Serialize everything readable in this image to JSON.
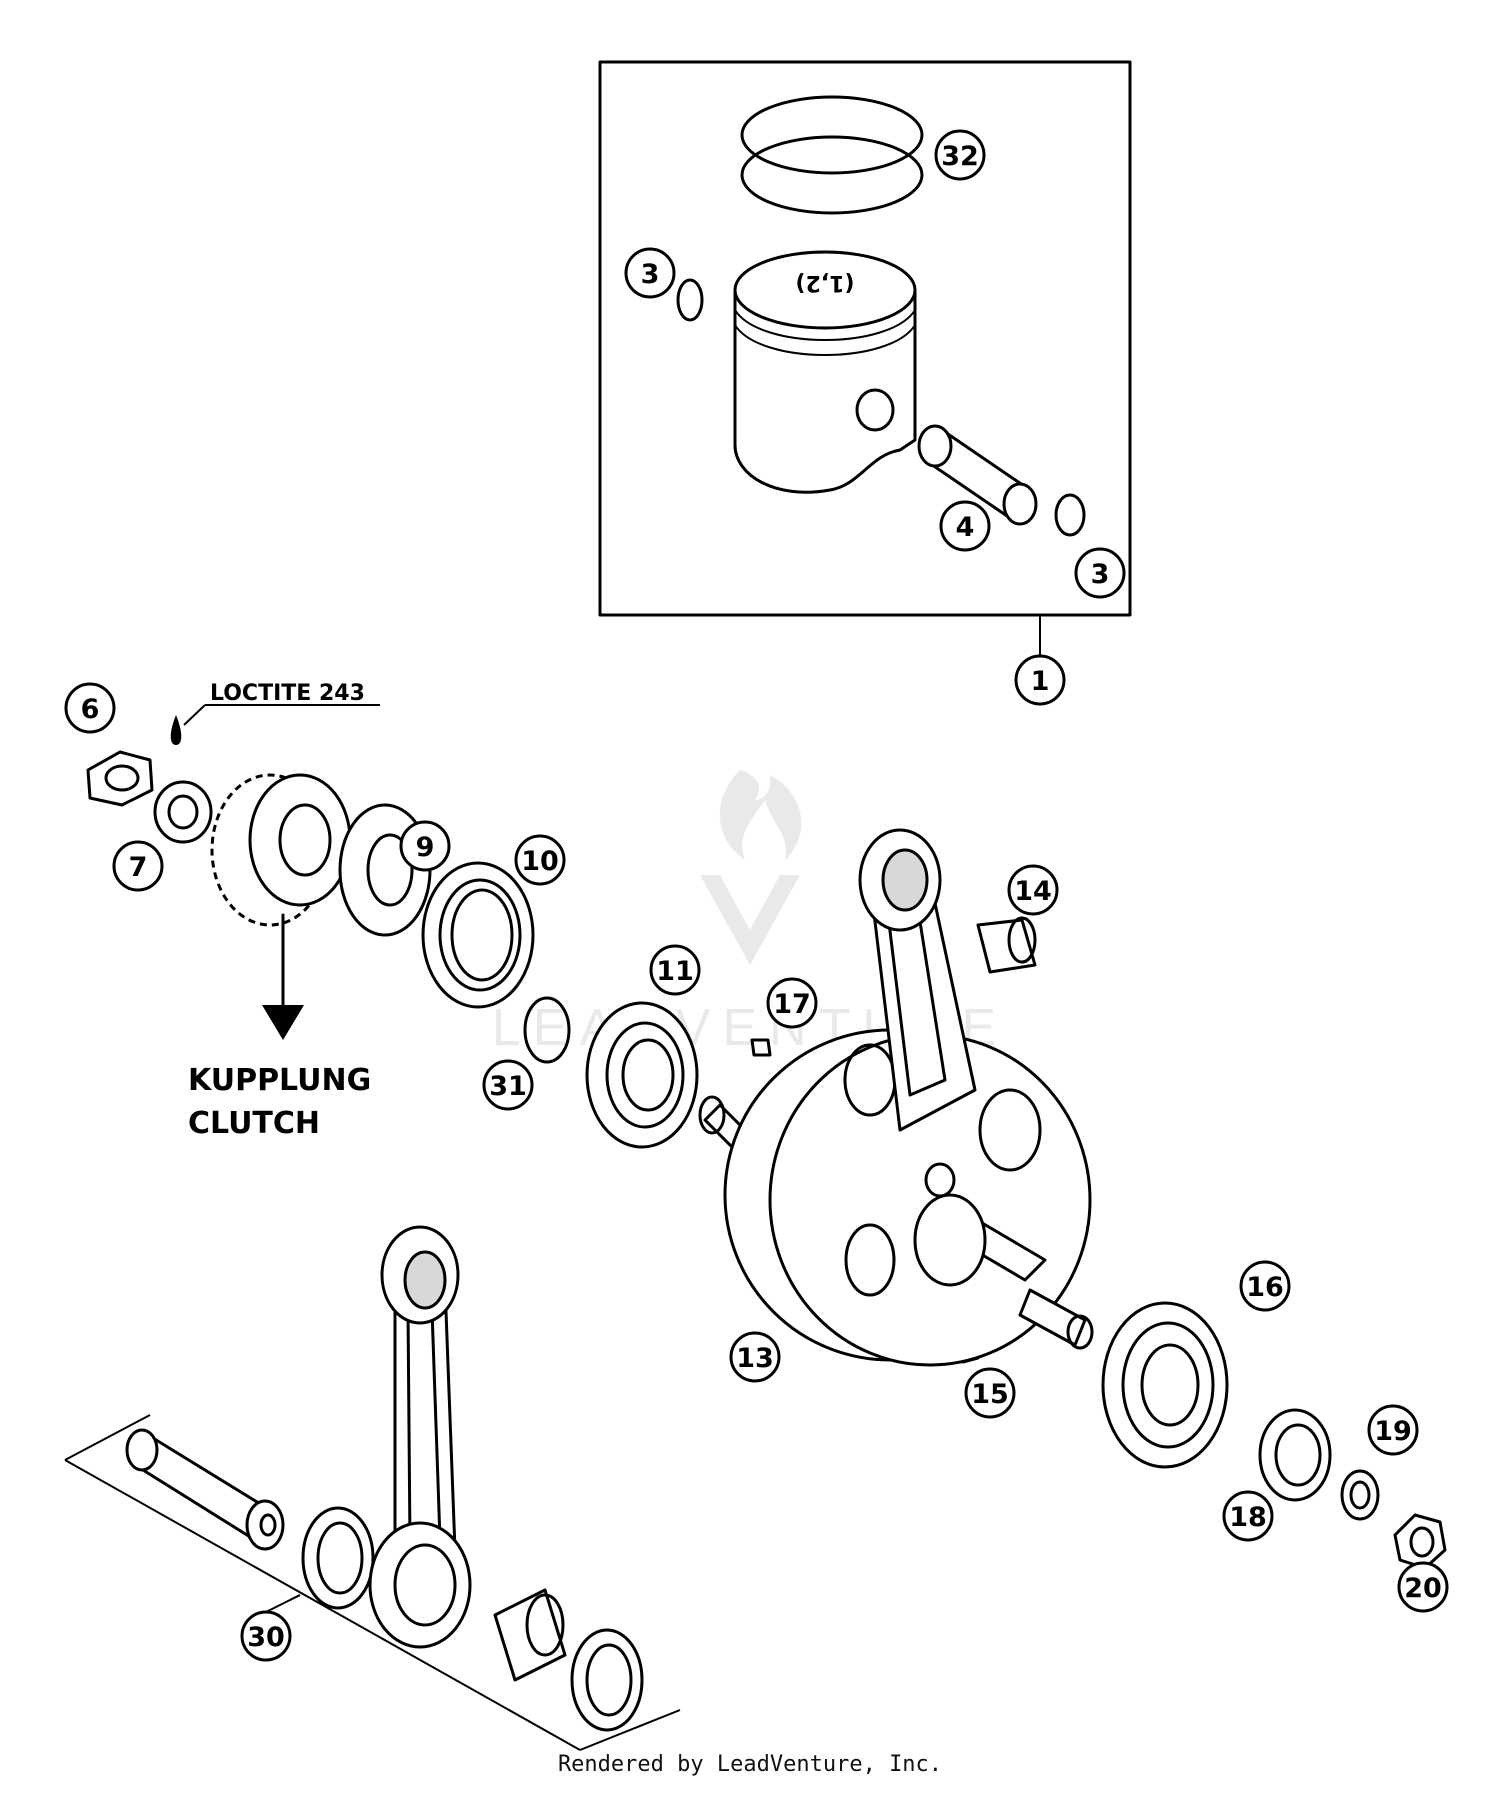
{
  "callouts": [
    "1",
    "3",
    "3",
    "4",
    "32",
    "6",
    "7",
    "9",
    "10",
    "11",
    "13",
    "14",
    "15",
    "16",
    "17",
    "18",
    "19",
    "20",
    "30",
    "31"
  ],
  "labels": {
    "loctite": "LOCTITE 243",
    "kupplung": "KUPPLUNG",
    "clutch": "CLUTCH",
    "piston_mark": "(1,2)"
  },
  "watermark": {
    "text": "LEADVENTURE"
  },
  "footer": {
    "text": "Rendered by LeadVenture, Inc."
  }
}
